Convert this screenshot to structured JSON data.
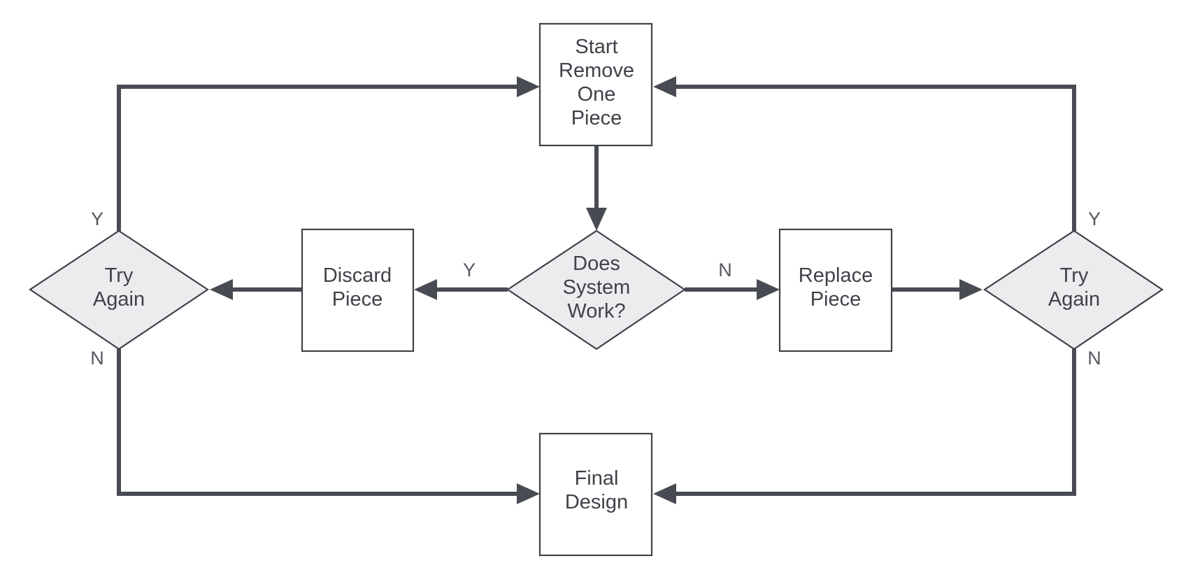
{
  "nodes": {
    "start": {
      "lines": [
        "Start",
        "Remove",
        "One",
        "Piece"
      ]
    },
    "decision": {
      "lines": [
        "Does",
        "System",
        "Work?"
      ]
    },
    "discard": {
      "lines": [
        "Discard",
        "Piece"
      ]
    },
    "replace": {
      "lines": [
        "Replace",
        "Piece"
      ]
    },
    "try_left": {
      "lines": [
        "Try",
        "Again"
      ]
    },
    "try_right": {
      "lines": [
        "Try",
        "Again"
      ]
    },
    "final": {
      "lines": [
        "Final",
        "Design"
      ]
    }
  },
  "edge_labels": {
    "decision_yes": "Y",
    "decision_no": "N",
    "left_yes": "Y",
    "left_no": "N",
    "right_yes": "Y",
    "right_no": "N"
  },
  "colors": {
    "stroke": "#3f4249",
    "diamond_fill": "#ececee",
    "box_fill": "#ffffff"
  }
}
